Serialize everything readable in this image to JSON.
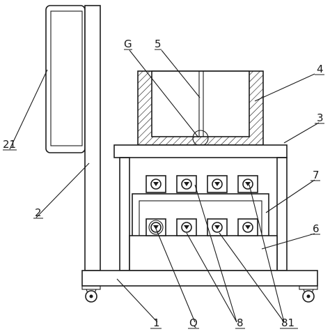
{
  "labels": {
    "g": "G",
    "five": "5",
    "four": "4",
    "three": "3",
    "seven": "7",
    "six": "6",
    "twentyone": "21",
    "two": "2",
    "one": "1",
    "q": "Q",
    "eight": "8",
    "eightyone": "81"
  }
}
